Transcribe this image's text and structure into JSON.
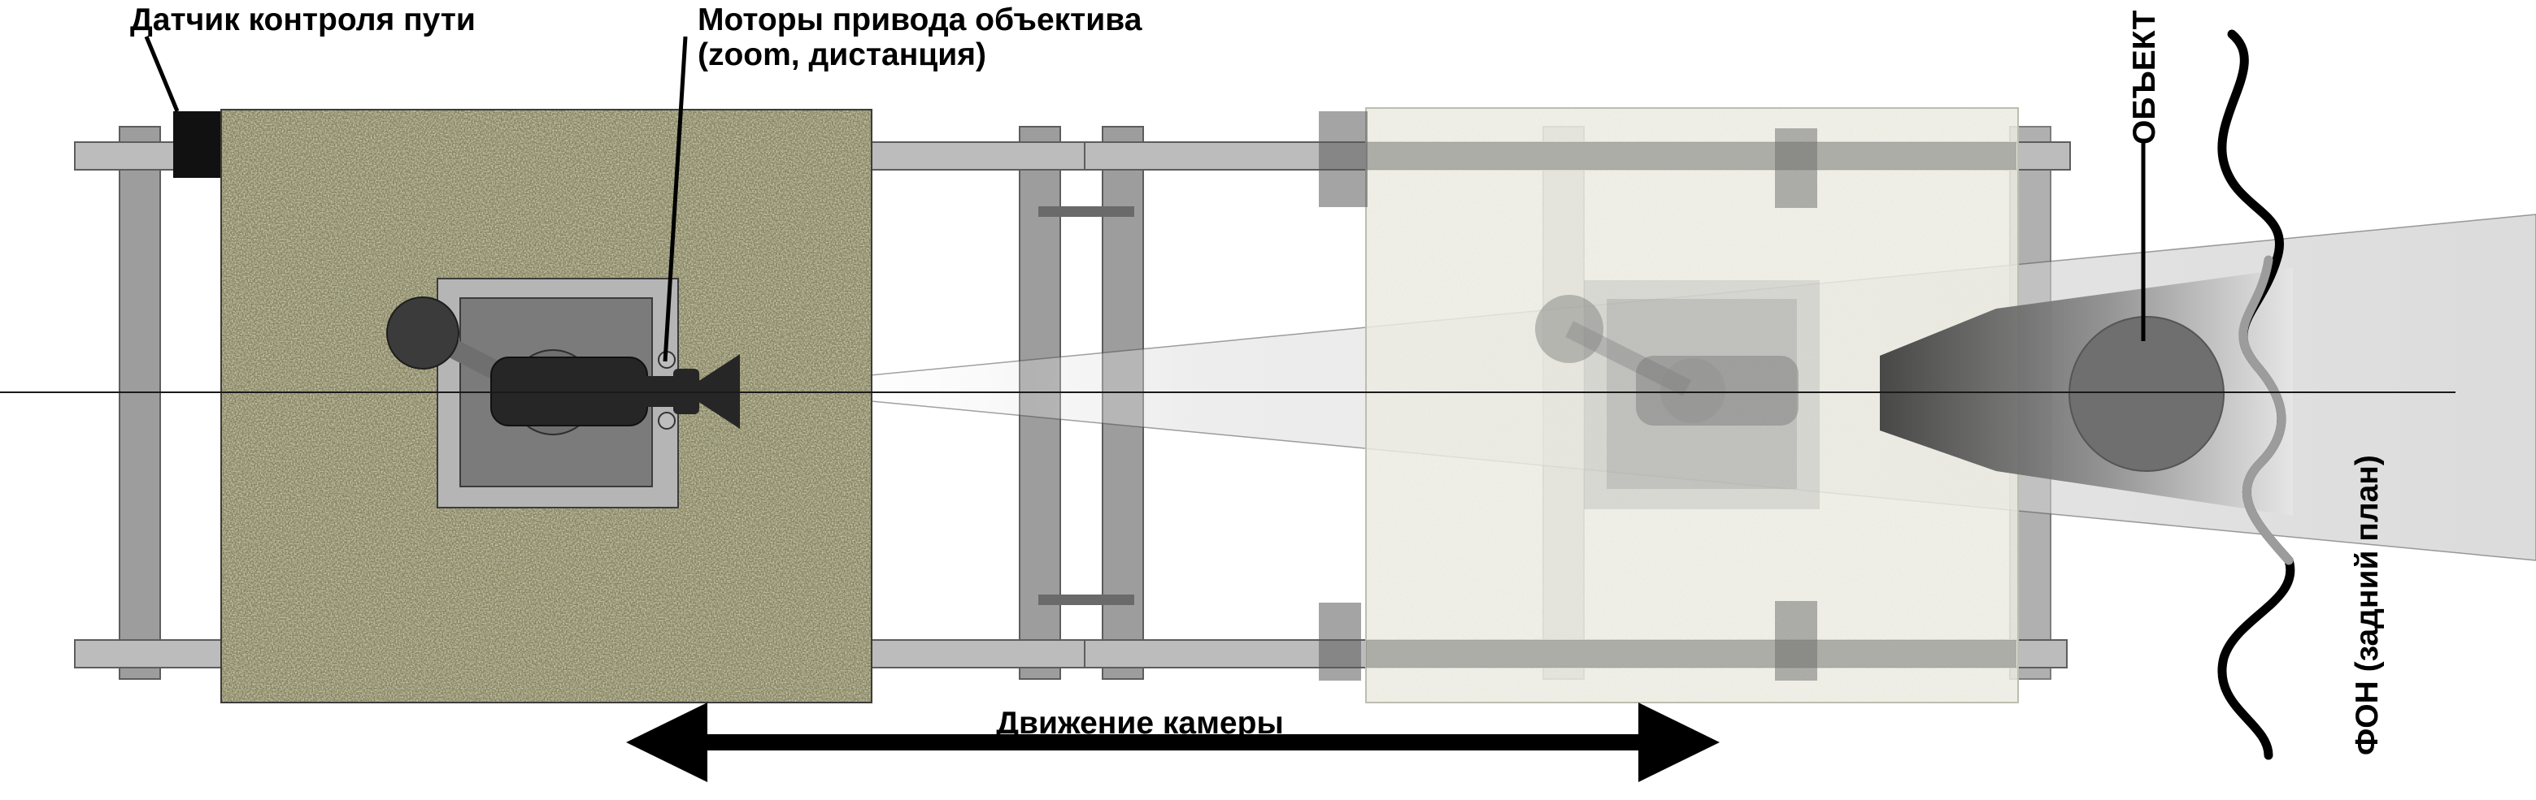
{
  "labels": {
    "path_sensor": "Датчик контроля пути",
    "lens_motors_line1": "Моторы привода объектива",
    "lens_motors_line2": "(zoom, дистанция)",
    "subject": "ОБЪЕКТ",
    "background": "ФОН (задний план)",
    "camera_motion": "Движение камеры"
  },
  "colors": {
    "rail": "#b9b9b9",
    "sleeper": "#9a9a9a",
    "platform_texture": "#8c8a6c",
    "camera_body": "#262626",
    "subject": "#6b6b6b",
    "beam": "#dcdcdc",
    "arrow": "#000000"
  }
}
